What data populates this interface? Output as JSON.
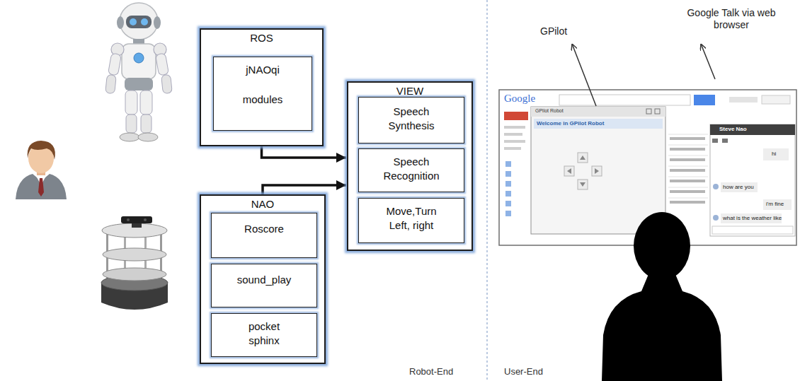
{
  "diagram": {
    "nodes": [
      {
        "text": [
          "ROS"
        ]
      },
      {
        "text": [
          "jNAOqi",
          "modules"
        ],
        "in": 0
      },
      {
        "text": [
          "VIEW"
        ]
      },
      {
        "text": [
          "Speech Synthesis"
        ],
        "in": 2
      },
      {
        "text": [
          "Speech Recognition"
        ],
        "in": 2
      },
      {
        "text": [
          "Move,Turn Left, right"
        ],
        "in": 2
      },
      {
        "text": [
          "NAO"
        ]
      },
      {
        "text": [
          "Roscore"
        ],
        "in": 6
      },
      {
        "text": [
          "sound_play"
        ],
        "in": 6
      },
      {
        "text": [
          "pocket sphinx"
        ],
        "in": 6
      }
    ],
    "edges": [
      {
        "from": 0,
        "to": 2,
        "arrow": "to"
      },
      {
        "from": 6,
        "to": 2,
        "arrow": "to"
      }
    ],
    "labels": [
      "GPilot",
      "Google Talk via web browser",
      "Robot-End",
      "User-End",
      "Google",
      "GPilot Robot",
      "Welcome in GPilot Robot",
      "Steve Nao",
      "hi",
      "how are you",
      "i'm fine",
      "what is the weather like"
    ]
  }
}
